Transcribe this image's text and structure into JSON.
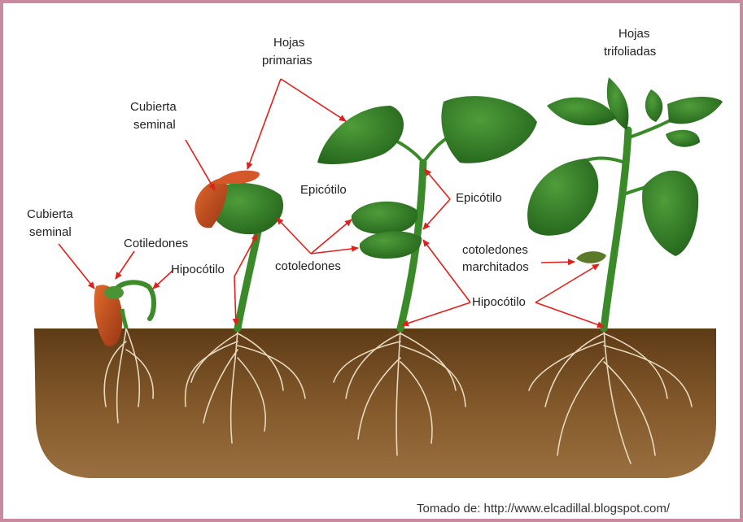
{
  "labels": {
    "cubierta_seminal_1_l1": "Cubierta",
    "cubierta_seminal_1_l2": "seminal",
    "cotiledones": "Cotiledones",
    "hipocotilo_1": "Hipocótilo",
    "cubierta_seminal_2_l1": "Cubierta",
    "cubierta_seminal_2_l2": "seminal",
    "hojas_primarias_l1": "Hojas",
    "hojas_primarias_l2": "primarias",
    "epicotilo_1": "Epicótilo",
    "cotoledones": "cotoledones",
    "epicotilo_2": "Epicótilo",
    "hojas_trifoliadas_l1": "Hojas",
    "hojas_trifoliadas_l2": "trifoliadas",
    "cotoledones_marchitados_l1": "cotoledones",
    "cotoledones_marchitados_l2": "marchitados",
    "hipocotilo_2": "Hipocótilo"
  },
  "source": "Tomado de: http://www.elcadillal.blogspot.com/",
  "colors": {
    "border": "#c98aa0",
    "arrow": "#e0201c",
    "soil": "#7a4f22",
    "leaf": "#2f7d25",
    "seed": "#c8501c",
    "root": "#e8dcc6"
  }
}
